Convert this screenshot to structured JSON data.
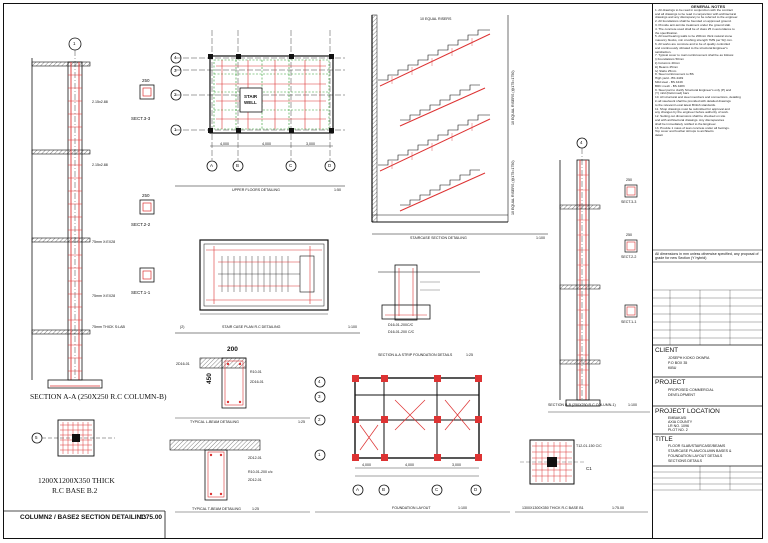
{
  "drawings": {
    "section_aa": {
      "title": "SECTION A-A (250X250 R.C COLUMN-B)",
      "bubble": "1",
      "levels": [
        "2.15x2.88",
        "2.15x2.88",
        "75mm X:EX28",
        "75mm X:EX28",
        "75mm THICK S:LAB"
      ],
      "sect_33": "SECT.3-3",
      "sect_22": "SECT.2-2",
      "sect_11": "SECT.1-1",
      "dim": "250"
    },
    "base": {
      "bubble": "5",
      "title_line1": "1200X1200X350 THICK",
      "title_line2": "R.C BASE B.2"
    },
    "bottom_label": "COLUMN2 / BASE2 SECTION DETAILING",
    "bottom_scale": "1:75.00",
    "upper_floors": {
      "title": "UPPER FLOORS DETAILING",
      "scale": "1:50",
      "rows": [
        "4",
        "3",
        "2",
        "1"
      ],
      "cols": [
        "A",
        "B",
        "C",
        "D"
      ],
      "stair_label_1": "STAIR",
      "stair_label_2": "WELL",
      "dims": [
        "4,000",
        "4,000",
        "3,000"
      ]
    },
    "staircase_plan": {
      "title": "STAIR CASE PLAN R.C DETAILING",
      "scale": "1:100",
      "bubble": "(2)"
    },
    "staircase_section": {
      "title": "STAIRCASE SECTION DETAILING",
      "scale": "1:100",
      "top_label": "10 EQUAL RISERS",
      "side_label_1": "10 EQUAL RISERS (@175=1750)",
      "side_label_2": "10 EQUAL RISERS (@175=1750)"
    },
    "strip_foundation": {
      "title": "SECTION A-A STRIP FOUNDATION DETAILS",
      "scale": "1:25",
      "label_1": "D16-01-200C/C",
      "label_2": "D16-01-200 C/C"
    },
    "section_bb": {
      "title": "SECTION B-B (250X250 R.C COLUMN-1)",
      "scale": "1:100",
      "bubble": "4",
      "sect_33": "SECT.3-3",
      "sect_22": "SECT.2-2",
      "sect_11": "SECT.1-1",
      "dim": "250"
    },
    "l_beam": {
      "title": "TYPICAL L-BEAM DETAILING",
      "scale": "1:25",
      "dim_w": "200",
      "dim_h": "450",
      "labels": [
        "2D16-01",
        "R10-01",
        "2D16-01"
      ]
    },
    "t_beam": {
      "title": "TYPICAL T-BEAM DETAILING",
      "scale": "1:25",
      "labels": [
        "2D12-01",
        "R10-01-200 c/c",
        "2D12-01"
      ]
    },
    "foundation_layout": {
      "title": "FOUNDATION LAYOUT",
      "scale": "1:100",
      "rows": [
        "4",
        "3",
        "2",
        "1"
      ],
      "cols": [
        "A",
        "B",
        "C",
        "D"
      ],
      "dims": [
        "4,000",
        "4,000",
        "3,000"
      ]
    },
    "base_1": {
      "title": "1300X1300X350 THICK R.C BASE B1",
      "scale": "1:75.00",
      "bubble": "C1",
      "label": "T12-01-150 C/C"
    }
  },
  "title_block": {
    "notes_heading": "GENERAL NOTES",
    "notes": [
      "1. All drawings to be read in conjunction with the contract",
      "   and all drawings to be read in conjunction with architectural",
      "   drawings and any discrepancy to be referred to the engineer.",
      "2. All foundations shall be founded on approved ground.",
      "3. Provide anti-termite treatment under the ground slab.",
      "4. The concrete used shall be of class 25 in accordance to",
      "   the specification.",
      "5. All load bearing walls to be 200mm thick natural stone",
      "   masonry blocks, min crushing strength 7MN per SQ.mm.",
      "6. All works are concrete and to be of quality controlled",
      "   and continuously vibrated to the structural Engineer's",
      "   satisfaction.",
      "7. Typical cover to main reinforcement shall be as follows:",
      "   i) Foundations 50mm",
      "   ii) Columns 40mm",
      "   iii) Beams 25mm",
      "   iv) Slabs 25mm",
      "8. Steel reinforcement to BS",
      "   High yield - BS 4449",
      "   Mild steel - BS 4449",
      "   BRC mesh - BS 4483",
      "9. Steel part to clarify Structural Engineer's only (P) and",
      "   (Y) mild (Deformed) bars",
      "10. All structural and steel members and connections, detailing",
      "   in all steelwork shall be provided with detailed drawings",
      "   to the relevant Local latest British standards.",
      "11. Shop drawings must be submitted for approval and",
      "   any changes by the engineer before authority of work.",
      "12. Setting out dimensions shall be checked on site",
      "   and with architectural drawings. Any discrepancies",
      "   shall be immediately notified to the Engineer.",
      "13. Provide 1 mass of lean concrete under all footings.",
      "   Top cover and fourbar stirrups to architects",
      "   detail."
    ],
    "note_extra": "All dimensions in mm unless otherwise specified, any proposal of grade for new Section (Y hybrid)",
    "client_label": "CLIENT",
    "client_lines": [
      "JOSEPH KIOKO OKWRA",
      "P.O BOX 35",
      "KIBU"
    ],
    "project_label": "PROJECT",
    "project_lines": [
      "PROPOSED COMMERCIAL",
      "DEVELOPMENT"
    ],
    "location_label": "PROJECT LOCATION",
    "location_lines": [
      "EMBAKASI",
      "AXIA COUNTY",
      "LR NO. 1096",
      "PLOT NO. 2"
    ],
    "title_label": "TITLE",
    "title_lines": [
      "FLOOR SLAB/STAIRCASE/BEAMS",
      "STAIRCASE PLAN/COLUMN BASES &",
      "FOUNDATION LAYOUT DETAILS",
      "SECTIONS DETAILS"
    ]
  }
}
